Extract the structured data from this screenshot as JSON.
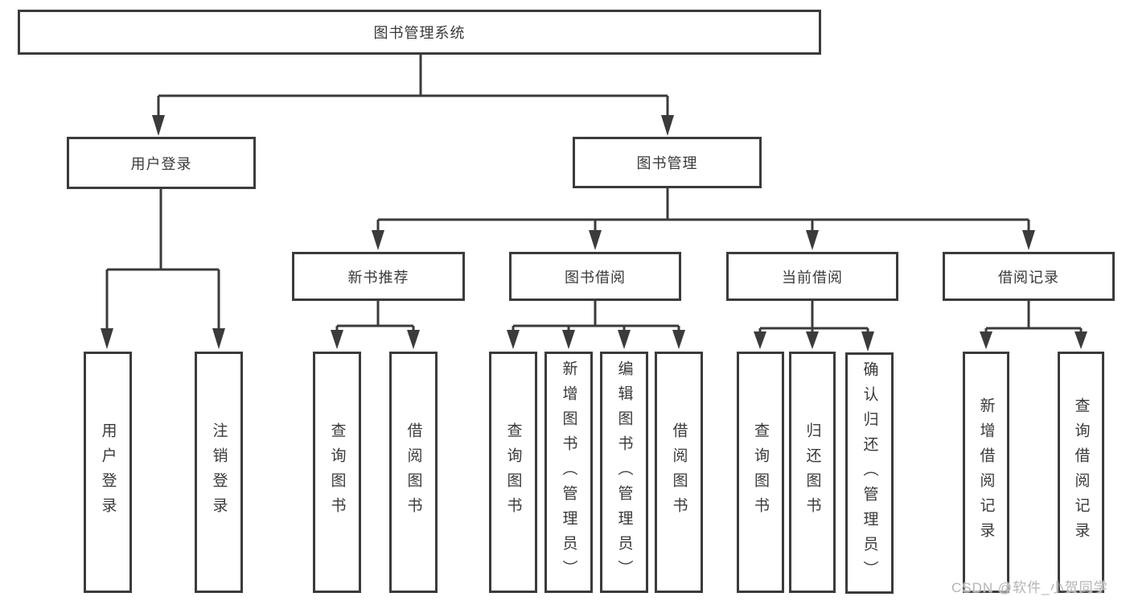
{
  "colors": {
    "line": "#3b3b3b",
    "text": "#3a3a3a",
    "boxbg": "#ffffff",
    "bg": "#ffffff",
    "watermark": "#b4b4b4"
  },
  "watermark": {
    "text": "CSDN @软件_小贺同学"
  },
  "diagram": {
    "root": {
      "label": "图书管理系统"
    },
    "user_login": {
      "label": "用户登录",
      "children": [
        {
          "label": "用户登录"
        },
        {
          "label": "注销登录"
        }
      ]
    },
    "book_mgmt": {
      "label": "图书管理",
      "sections": [
        {
          "label": "新书推荐",
          "children": [
            {
              "label": "查询图书"
            },
            {
              "label": "借阅图书"
            }
          ]
        },
        {
          "label": "图书借阅",
          "children": [
            {
              "label": "查询图书"
            },
            {
              "label": "新增图书（管理员）"
            },
            {
              "label": "编辑图书（管理员）"
            },
            {
              "label": "借阅图书"
            }
          ]
        },
        {
          "label": "当前借阅",
          "children": [
            {
              "label": "查询图书"
            },
            {
              "label": "归还图书"
            },
            {
              "label": "确认归还（管理员）"
            }
          ]
        },
        {
          "label": "借阅记录",
          "children": [
            {
              "label": "新增借阅记录"
            },
            {
              "label": "查询借阅记录"
            }
          ]
        }
      ]
    }
  }
}
